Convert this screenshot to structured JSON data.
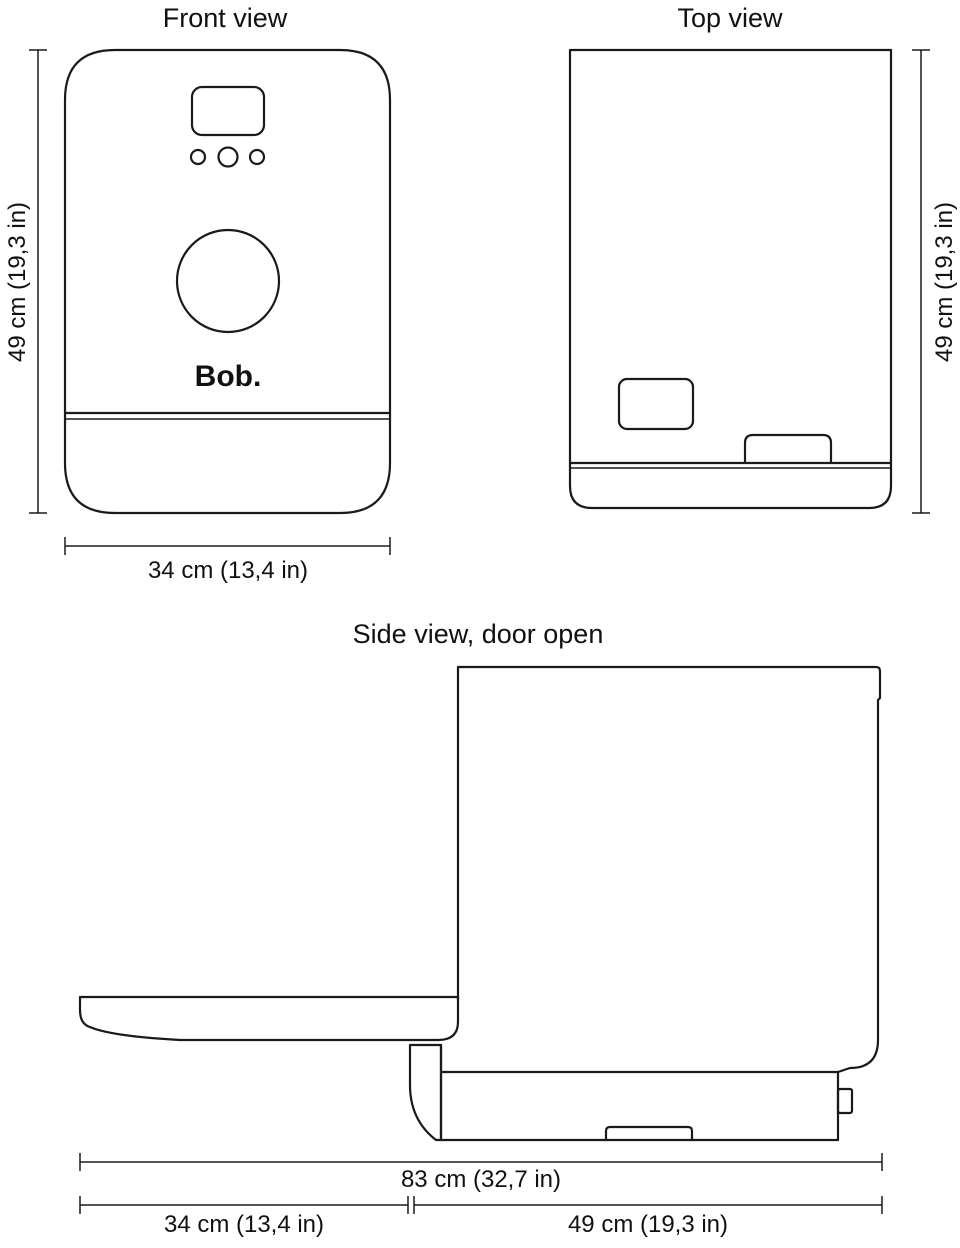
{
  "views": {
    "front": {
      "title": "Front view",
      "brand": "Bob.",
      "height_label": "49 cm (19,3 in)",
      "width_label": "34 cm (13,4 in)"
    },
    "top": {
      "title": "Top view",
      "depth_label": "49 cm (19,3 in)"
    },
    "side": {
      "title": "Side view, door open",
      "total_label": "83 cm (32,7 in)",
      "door_label": "34 cm (13,4 in)",
      "body_label": "49 cm (19,3 in)"
    }
  },
  "colors": {
    "line": "#1a1a1a",
    "background": "#ffffff"
  }
}
